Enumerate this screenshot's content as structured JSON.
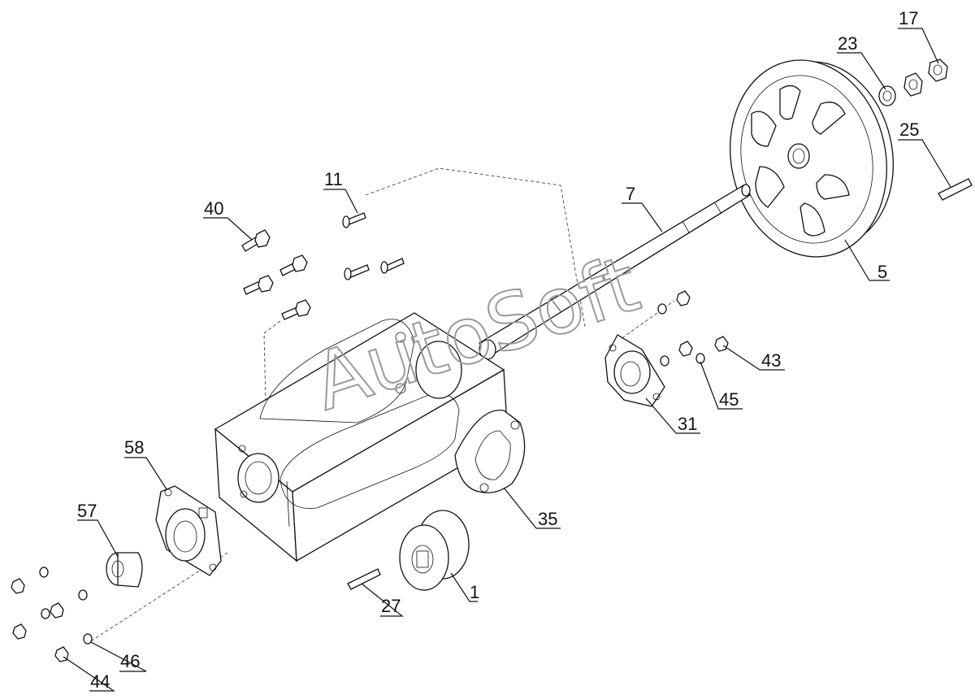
{
  "watermark": "AutoSoft",
  "callouts": [
    {
      "id": "17",
      "text": "17"
    },
    {
      "id": "23",
      "text": "23"
    },
    {
      "id": "25",
      "text": "25"
    },
    {
      "id": "5",
      "text": "5"
    },
    {
      "id": "7",
      "text": "7"
    },
    {
      "id": "11",
      "text": "11"
    },
    {
      "id": "40",
      "text": "40"
    },
    {
      "id": "43",
      "text": "43"
    },
    {
      "id": "45",
      "text": "45"
    },
    {
      "id": "31",
      "text": "31"
    },
    {
      "id": "35",
      "text": "35"
    },
    {
      "id": "58",
      "text": "58"
    },
    {
      "id": "57",
      "text": "57"
    },
    {
      "id": "1",
      "text": "1"
    },
    {
      "id": "27",
      "text": "27"
    },
    {
      "id": "46",
      "text": "46"
    },
    {
      "id": "44",
      "text": "44"
    }
  ]
}
